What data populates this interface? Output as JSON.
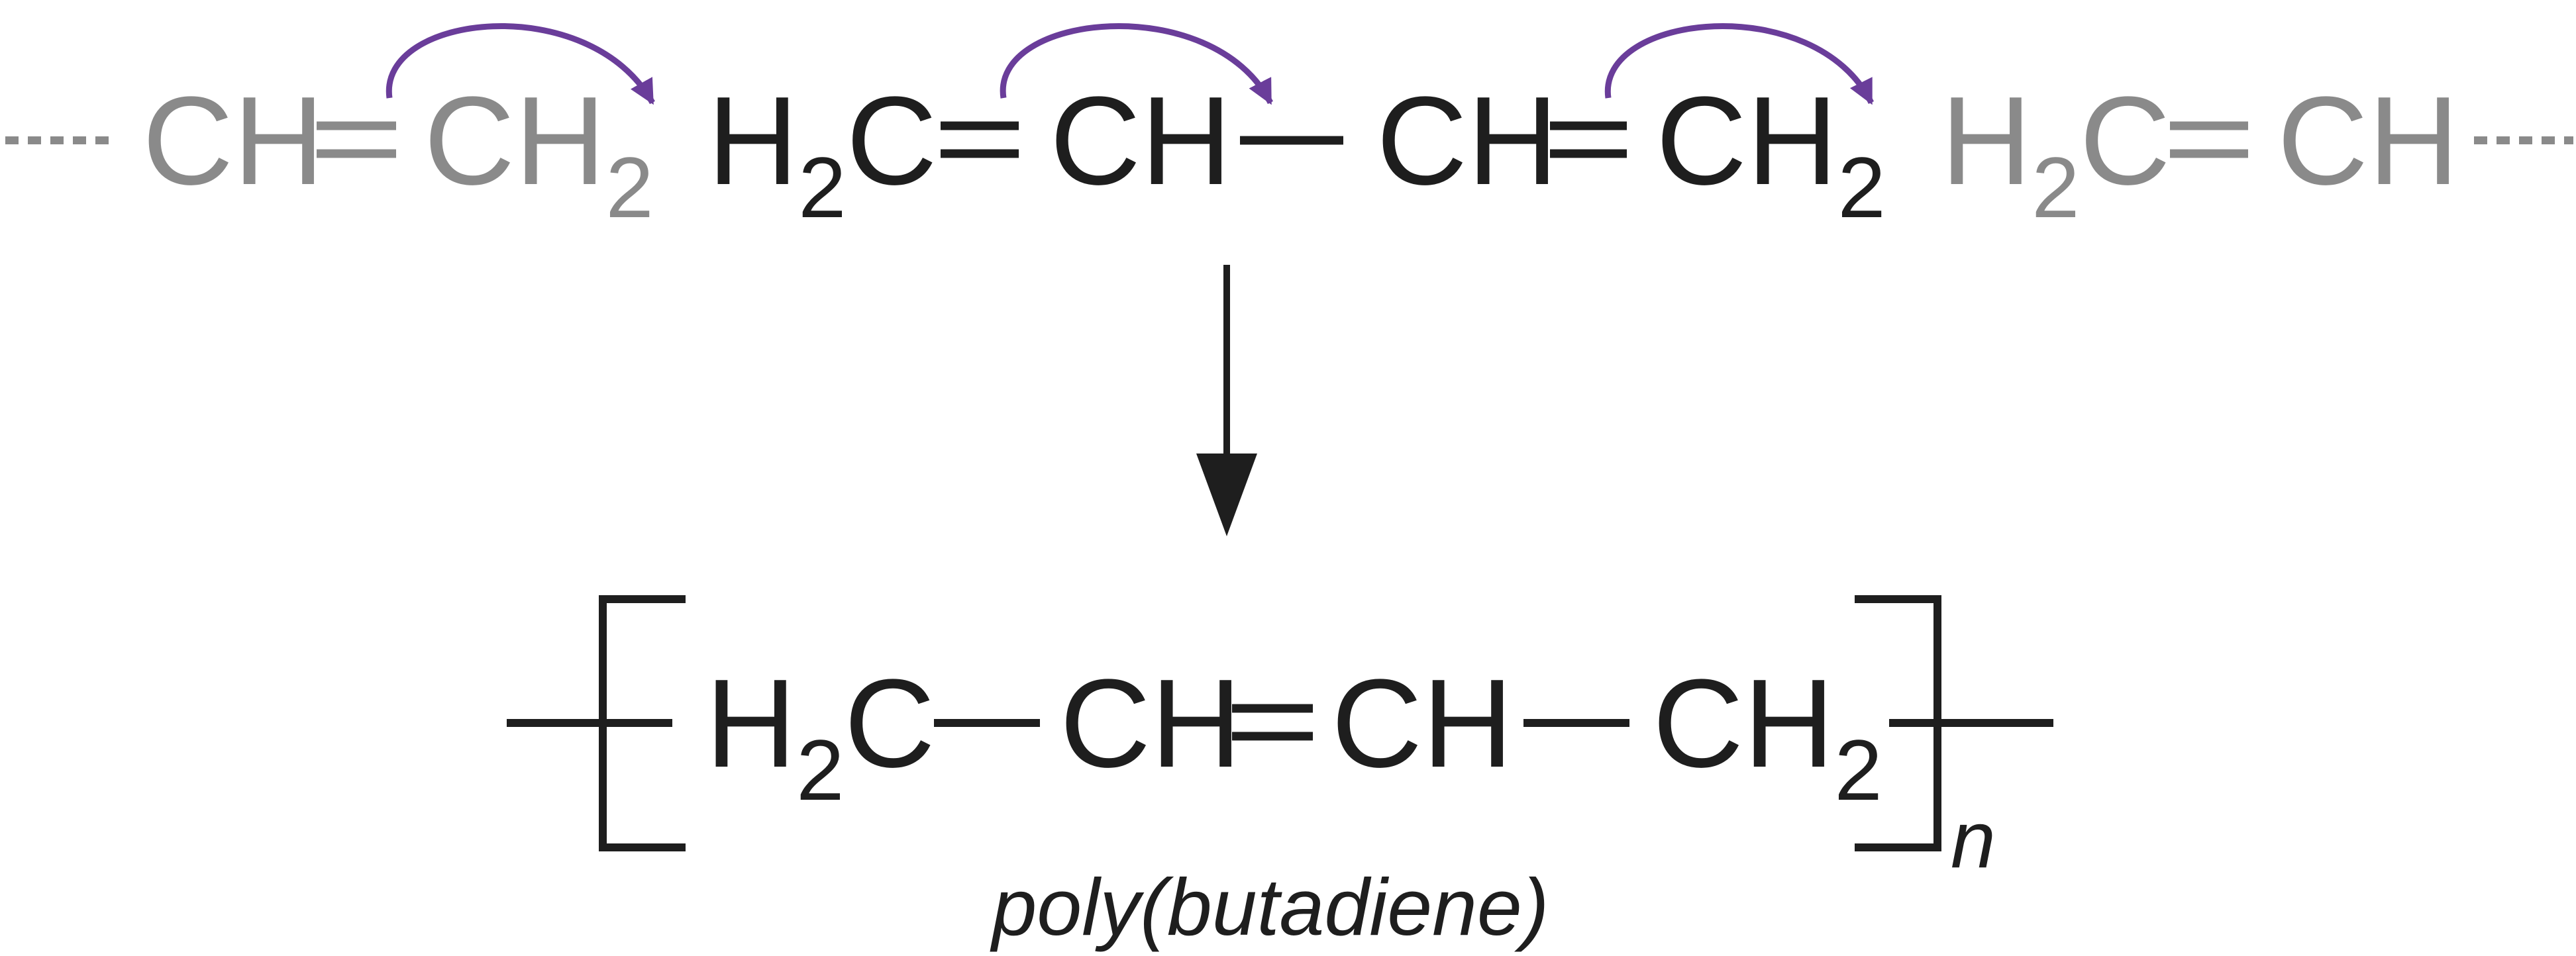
{
  "colors": {
    "main": "#1e1e1e",
    "faded": "#8a8a8a",
    "arrow": "#6a3d9a"
  },
  "reactants": {
    "left_monomer": {
      "atom1": "CH",
      "atom2": "CH",
      "atom2_sub": "2"
    },
    "butadiene": {
      "atom1": "H",
      "atom1_sub": "2",
      "atom1_tail": "C",
      "atom2": "CH",
      "atom3": "CH",
      "atom4": "CH",
      "atom4_sub": "2"
    },
    "right_monomer": {
      "atom1": "H",
      "atom1_sub": "2",
      "atom1_tail": "C",
      "atom2": "CH"
    }
  },
  "product": {
    "atom1": "H",
    "atom1_sub": "2",
    "atom1_tail": "C",
    "atom2": "CH",
    "atom3": "CH",
    "atom4": "CH",
    "atom4_sub": "2",
    "repeat_subscript": "n",
    "name": "poly(butadiene)"
  }
}
